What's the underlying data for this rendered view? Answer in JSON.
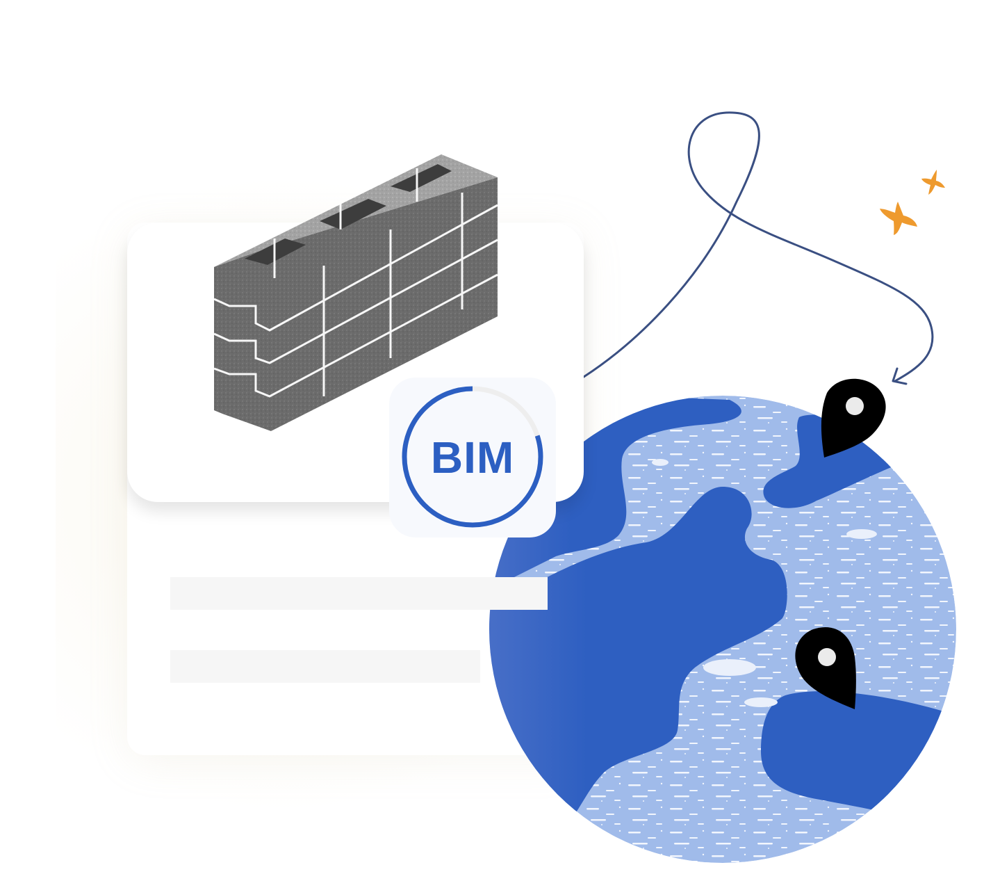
{
  "illustration": {
    "theme": "BIM building product distributed worldwide",
    "product_card": {
      "image": "concrete-block",
      "placeholder_lines": 2
    },
    "bim_badge": {
      "label": "BIM",
      "progress_percent": 80,
      "accent_color": "#2c5fc2",
      "track_color": "#eeeeee"
    },
    "globe": {
      "land_color": "#2e5fc1",
      "ocean_color": "#a0bbea",
      "markers": 2
    },
    "path_color": "#3a4f82",
    "sparkle_color": "#ee9a2e"
  }
}
